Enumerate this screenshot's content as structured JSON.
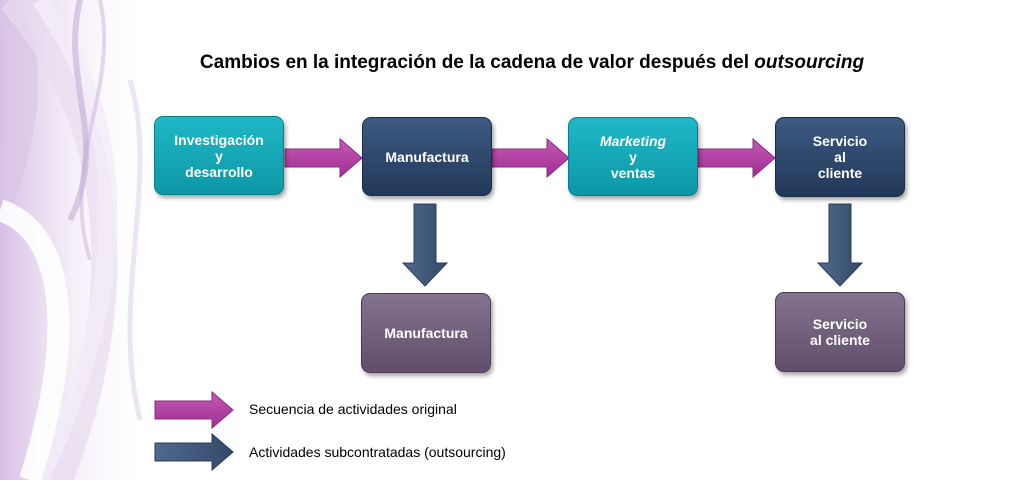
{
  "title": {
    "main": "Cambios en la integración de la cadena de valor después del ",
    "emphasis": "outsourcing"
  },
  "boxes": {
    "investigacion": {
      "line1": "Investigación",
      "line2": "y",
      "line3": "desarrollo"
    },
    "manufactura": {
      "label": "Manufactura"
    },
    "marketing": {
      "line1": "Marketing",
      "line2": "y",
      "line3": "ventas"
    },
    "servicio": {
      "line1": "Servicio",
      "line2": "al",
      "line3": "cliente"
    },
    "manufactura_outsourced": {
      "label": "Manufactura"
    },
    "servicio_outsourced": {
      "line1": "Servicio",
      "line2": "al cliente"
    }
  },
  "legend": {
    "original": "Secuencia de actividades original",
    "outsourced": "Actividades subcontratadas  (outsourcing)"
  },
  "colors": {
    "sequence_arrow": "#b83ca8",
    "outsourcing_arrow": "#3f5878",
    "teal_box": "#15a9b8",
    "navy_box": "#2b4468",
    "purple_box": "#705e7b"
  }
}
